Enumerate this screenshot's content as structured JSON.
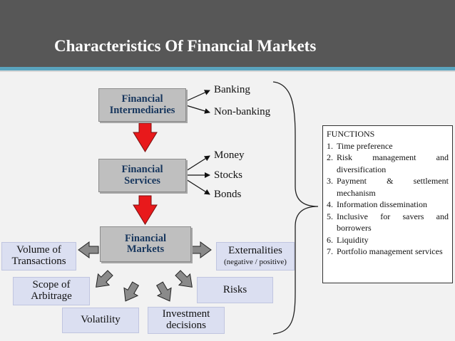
{
  "title": "Characteristics Of Financial Markets",
  "flow": {
    "intermediaries": "Financial\nIntermediaries",
    "services": "Financial\nServices",
    "markets": "Financial\nMarkets"
  },
  "intermediary_types": [
    "Banking",
    "Non-banking"
  ],
  "service_types": [
    "Money",
    "Stocks",
    "Bonds"
  ],
  "market_aspects": {
    "volume": "Volume of\nTransactions",
    "externalities": "Externalities",
    "externalities_note": "(negative / positive)",
    "arbitrage": "Scope of\nArbitrage",
    "risks": "Risks",
    "volatility": "Volatility",
    "investment": "Investment\ndecisions"
  },
  "functions": {
    "heading": "FUNCTIONS",
    "items": [
      {
        "num": "1.",
        "text": "Time preference"
      },
      {
        "num": "2.",
        "text": "Risk management and diversification"
      },
      {
        "num": "3.",
        "text": "Payment & settlement mechanism"
      },
      {
        "num": "4.",
        "text": "Information dissemination"
      },
      {
        "num": "5.",
        "text": "Inclusive for savers and borrowers"
      },
      {
        "num": "6.",
        "text": "Liquidity"
      },
      {
        "num": "7.",
        "text": "Portfolio management services"
      }
    ]
  },
  "colors": {
    "header": "#575757",
    "accent_line": "#5aa4be",
    "down_arrow": "#e8191b",
    "gray_box": "#bfbfbf",
    "box_text": "#17365d",
    "lavender_box": "#dbdff1"
  }
}
